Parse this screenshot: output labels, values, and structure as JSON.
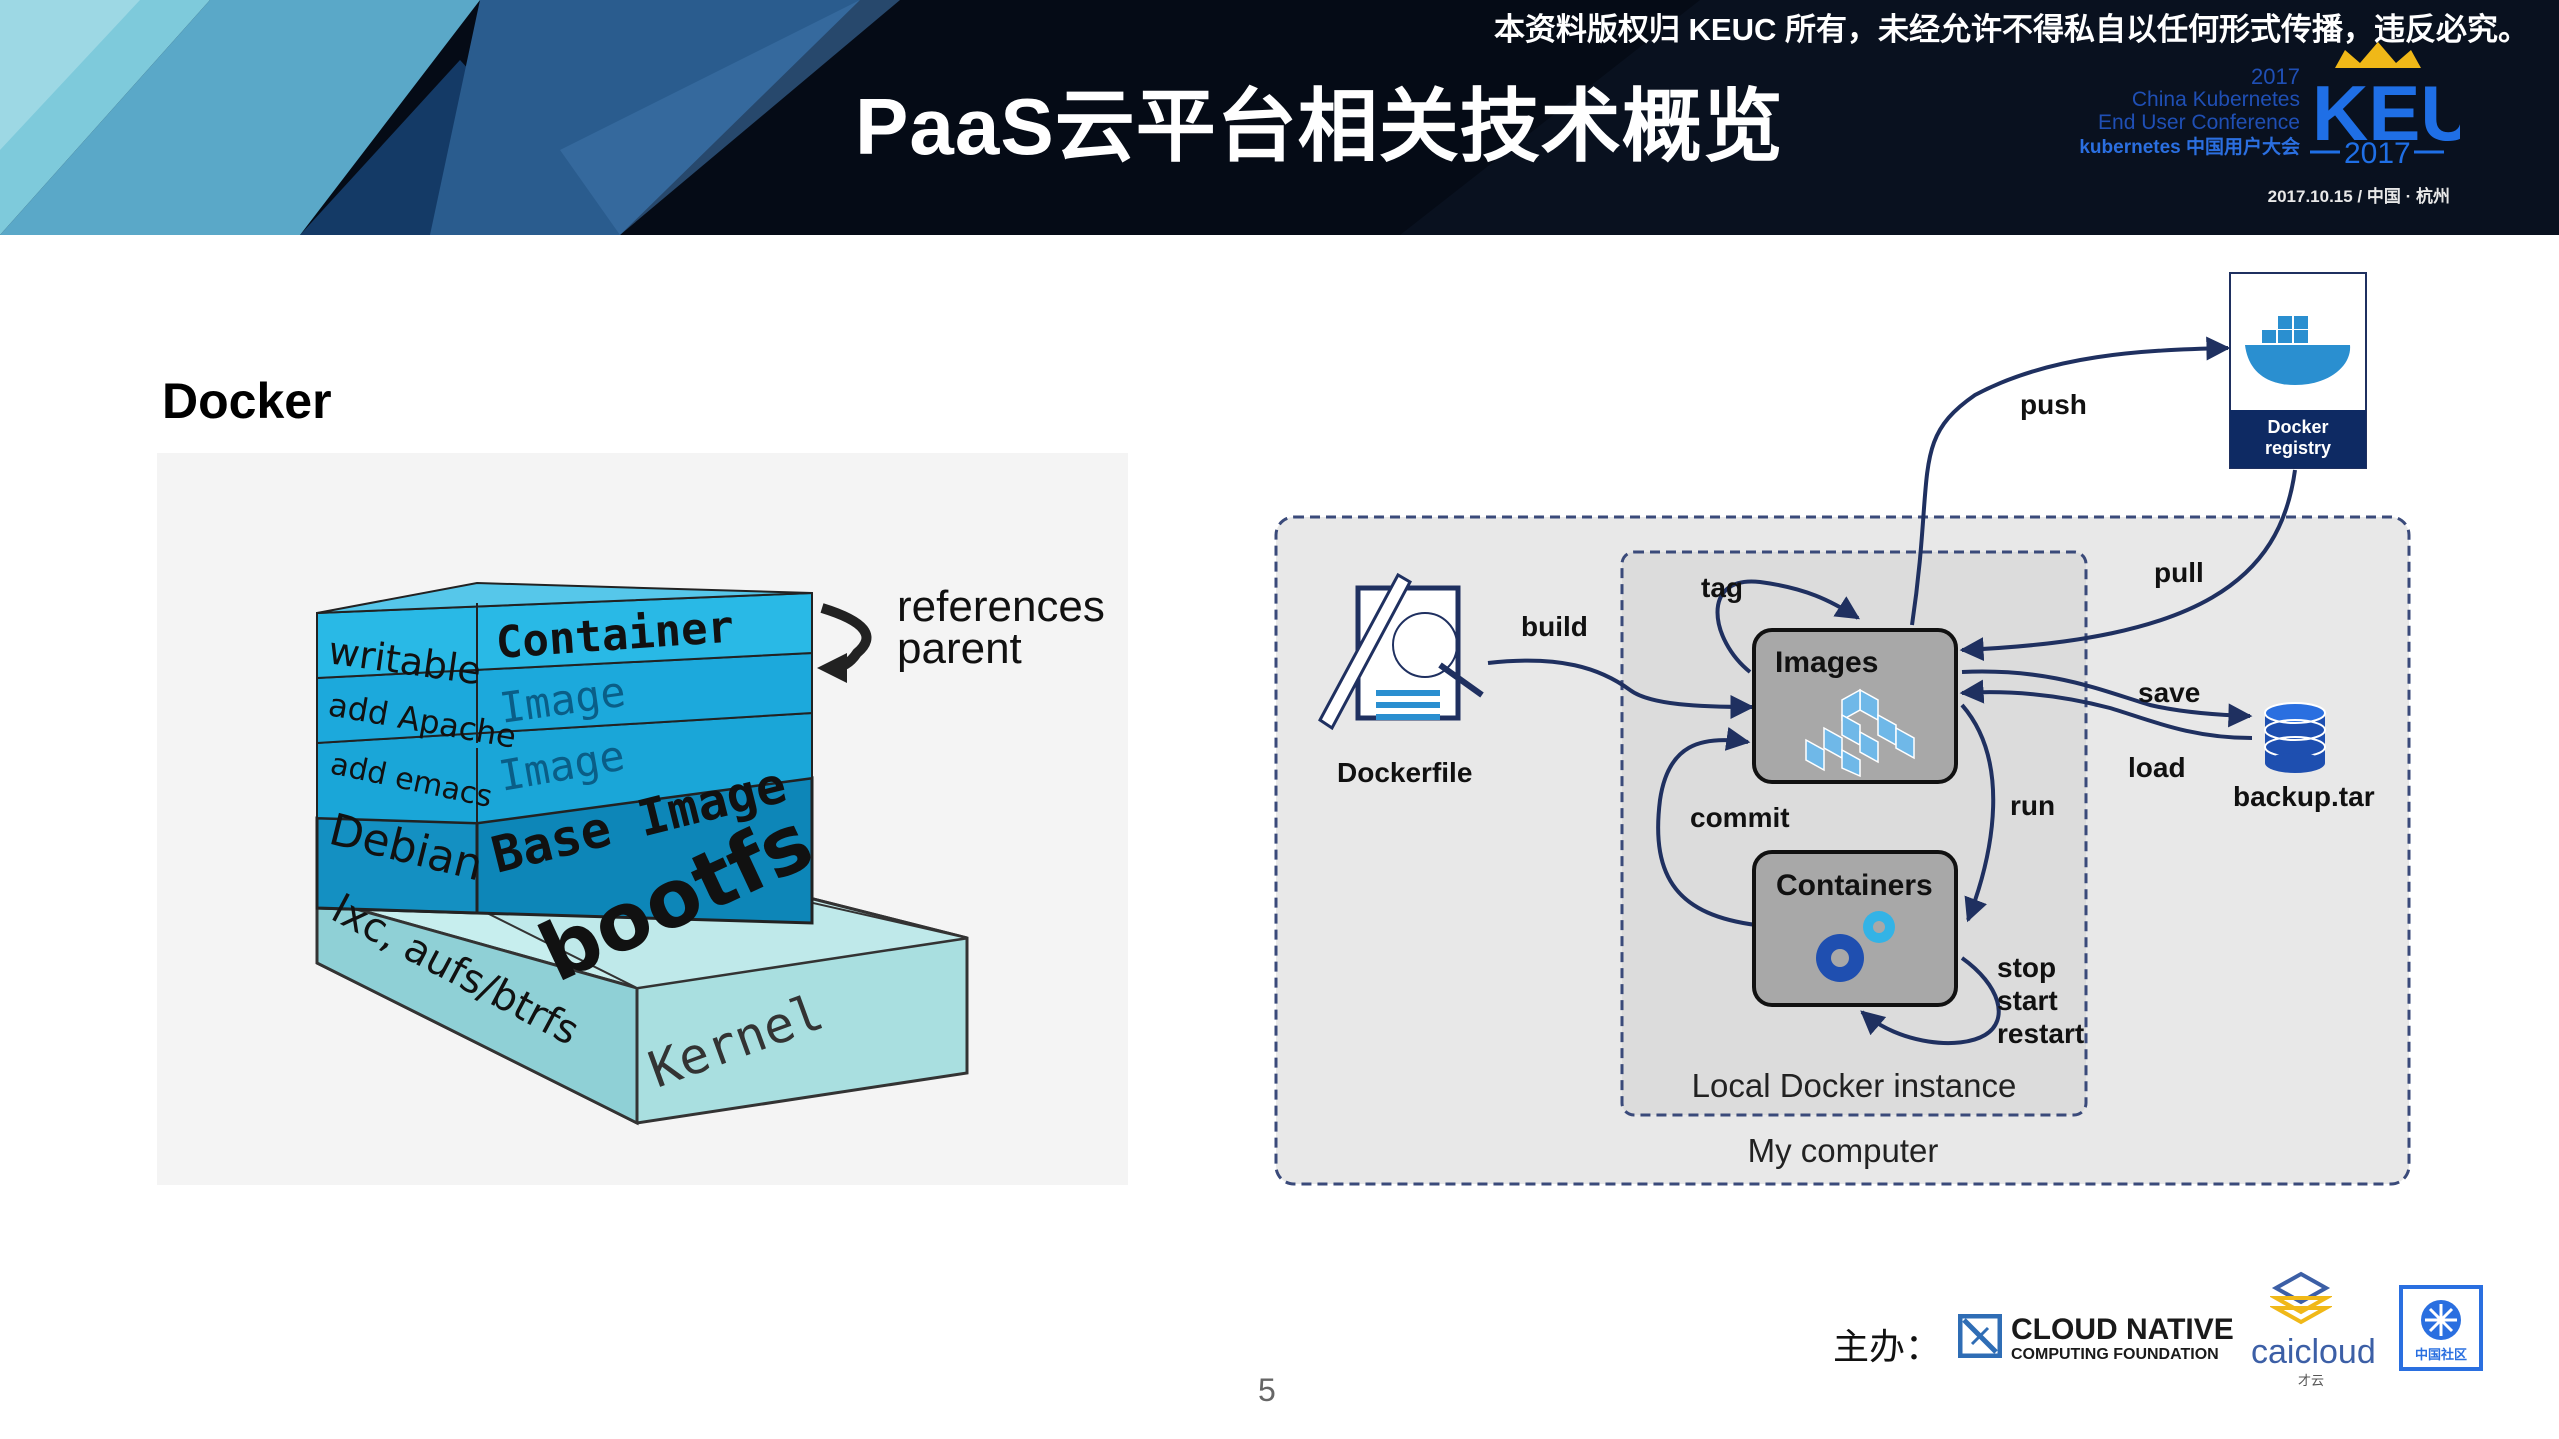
{
  "header": {
    "copyright": "本资料版权归 KEUC 所有，未经允许不得私自以任何形式传播，违反必究。",
    "title": "PaaS云平台相关技术概览",
    "keuc_logo": {
      "year": "2017",
      "line1": "China Kubernetes",
      "line2": "End User Conference",
      "line3": "kubernetes 中国用户大会",
      "brand": "KEUC",
      "brand_year": "2017",
      "date": "2017.10.15 / 中国 · 杭州"
    }
  },
  "section": {
    "heading": "Docker"
  },
  "layers_figure": {
    "writable_label": "writable",
    "container_label": "Container",
    "add_apache_label": "add Apache",
    "image_label_1": "Image",
    "add_emacs_label": "add emacs",
    "image_label_2": "Image",
    "debian_label": "Debian",
    "base_image_label": "Base Image",
    "bootfs_label": "bootfs",
    "kernel_label": "Kernel",
    "lxc_label": "lxc, aufs/btrfs",
    "references_line1": "references",
    "references_line2": "parent"
  },
  "workflow": {
    "dockerfile": "Dockerfile",
    "build": "build",
    "tag": "tag",
    "images": "Images",
    "push": "push",
    "pull": "pull",
    "registry_line1": "Docker",
    "registry_line2": "registry",
    "save": "save",
    "load": "load",
    "backup": "backup.tar",
    "commit": "commit",
    "run": "run",
    "containers": "Containers",
    "stop": "stop",
    "start": "start",
    "restart": "restart",
    "local_instance": "Local Docker instance",
    "my_computer": "My computer"
  },
  "page_number": "5",
  "sponsors": {
    "label": "主办：",
    "cncf_title": "CLOUD NATIVE",
    "cncf_sub": "COMPUTING FOUNDATION",
    "caicloud": "caicloud",
    "caicloud_sub": "才云",
    "k8s_cn": "中国社区"
  },
  "colors": {
    "header_bg": "#050b16",
    "header_teal": "#7cc6d8",
    "layer_blue": "#1aa6d8",
    "layer_dark": "#0d86b8",
    "layer_light": "#a9dfe0",
    "diagram_gray": "#e8e8e8",
    "arrow_navy": "#1f3060"
  }
}
